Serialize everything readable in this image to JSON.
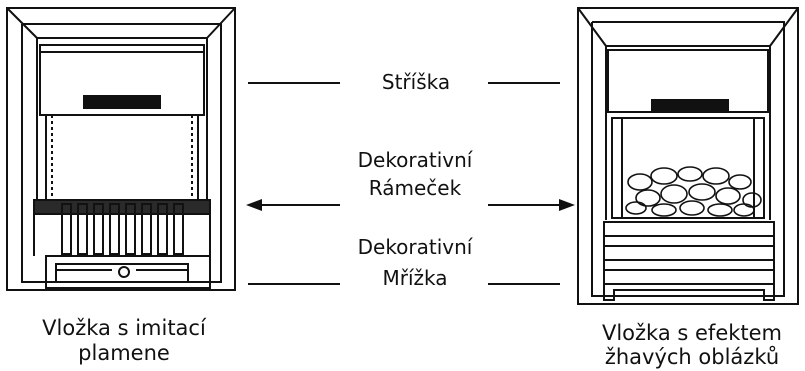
{
  "labels": {
    "canopy": "Stříška",
    "frame_line1": "Dekorativní",
    "frame_line2": "Rámeček",
    "grille_line1": "Dekorativní",
    "grille_line2": "Mřížka"
  },
  "captions": {
    "left_line1": "Vložka s imitací",
    "left_line2": "plamene",
    "right_line1": "Vložka s efektem",
    "right_line2": "žhavých oblázků"
  },
  "colors": {
    "ink": "#111111",
    "shade": "#2a2a2a",
    "background": "#ffffff"
  }
}
